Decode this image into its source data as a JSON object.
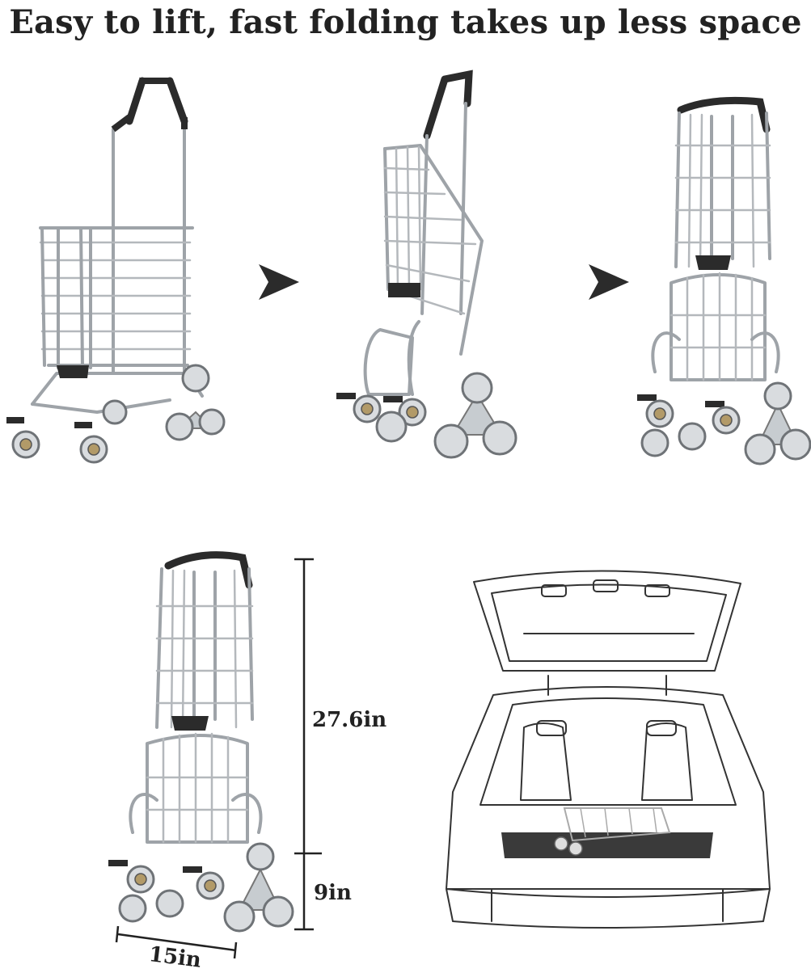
{
  "header": {
    "title": "Easy to lift, fast folding takes up less space"
  },
  "steps": [
    {
      "name": "unfolded-cart"
    },
    {
      "name": "folding-cart"
    },
    {
      "name": "folded-cart"
    }
  ],
  "dimensions": {
    "height_upper": "27.6in",
    "height_lower": "9in",
    "width": "15in"
  },
  "icons": [
    "arrow-right-icon",
    "arrow-right-icon",
    "car-trunk-illustration"
  ],
  "colors": {
    "text": "#222222",
    "metal": "#9ea3a8",
    "handle": "#2b2b2b"
  }
}
